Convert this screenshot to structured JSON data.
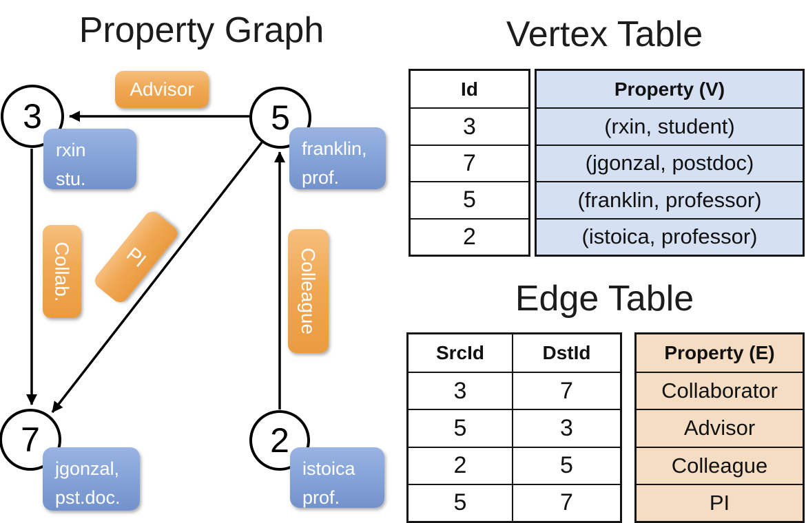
{
  "graph": {
    "title": "Property Graph",
    "nodes": {
      "n3": {
        "id": "3",
        "prop_line1": "rxin",
        "prop_line2": "stu."
      },
      "n5": {
        "id": "5",
        "prop_line1": "franklin,",
        "prop_line2": "prof."
      },
      "n7": {
        "id": "7",
        "prop_line1": "jgonzal,",
        "prop_line2": "pst.doc."
      },
      "n2": {
        "id": "2",
        "prop_line1": "istoica",
        "prop_line2": "prof."
      }
    },
    "edge_labels": {
      "advisor": "Advisor",
      "collab": "Collab.",
      "pi": "PI",
      "colleague": "Colleague"
    }
  },
  "vertex_table": {
    "title": "Vertex Table",
    "headers": {
      "id": "Id",
      "property": "Property (V)"
    },
    "rows": [
      {
        "id": "3",
        "property": "(rxin, student)"
      },
      {
        "id": "7",
        "property": "(jgonzal, postdoc)"
      },
      {
        "id": "5",
        "property": "(franklin, professor)"
      },
      {
        "id": "2",
        "property": "(istoica, professor)"
      }
    ]
  },
  "edge_table": {
    "title": "Edge Table",
    "headers": {
      "src": "SrcId",
      "dst": "DstId",
      "property": "Property (E)"
    },
    "rows": [
      {
        "src": "3",
        "dst": "7",
        "property": "Collaborator"
      },
      {
        "src": "5",
        "dst": "3",
        "property": "Advisor"
      },
      {
        "src": "2",
        "dst": "5",
        "property": "Colleague"
      },
      {
        "src": "5",
        "dst": "7",
        "property": "PI"
      }
    ]
  },
  "colors": {
    "edge_label_orange": "#F0A854",
    "vertex_label_blue": "#84A3D8",
    "vertex_cell_fill": "#D5E0F3",
    "edge_cell_fill": "#F4DDC2",
    "line_black": "#000000"
  }
}
